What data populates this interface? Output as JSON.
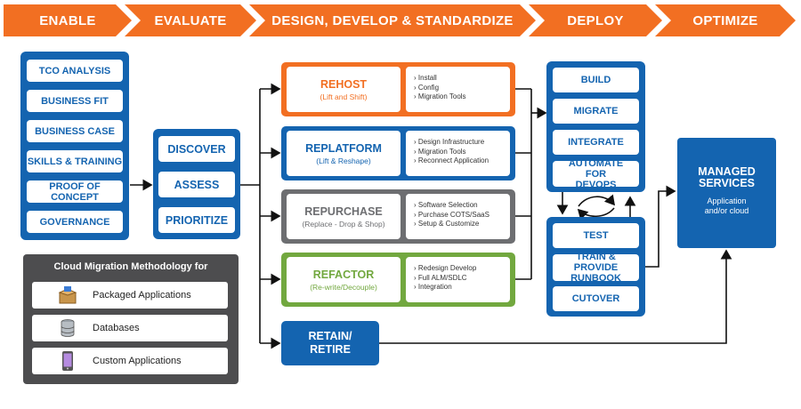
{
  "phases": [
    "ENABLE",
    "EVALUATE",
    "DESIGN, DEVELOP & STANDARDIZE",
    "DEPLOY",
    "OPTIMIZE"
  ],
  "enable_items": [
    "TCO ANALYSIS",
    "BUSINESS FIT",
    "BUSINESS CASE",
    "SKILLS & TRAINING",
    "PROOF OF CONCEPT",
    "GOVERNANCE"
  ],
  "evaluate_items": [
    "DISCOVER",
    "ASSESS",
    "PRIORITIZE"
  ],
  "options": [
    {
      "title": "REHOST",
      "sub": "(Lift and Shift)",
      "items": [
        "Install",
        "Config",
        "Migration Tools"
      ],
      "color": "#f26f22"
    },
    {
      "title": "REPLATFORM",
      "sub": "(Lift & Reshape)",
      "items": [
        "Design Infrastructure",
        "Migration Tools",
        "Reconnect Application"
      ],
      "color": "#1464b0"
    },
    {
      "title": "REPURCHASE",
      "sub": "(Replace - Drop & Shop)",
      "items": [
        "Software Selection",
        "Purchase COTS/SaaS",
        "Setup & Customize"
      ],
      "color": "#6d6e71"
    },
    {
      "title": "REFACTOR",
      "sub": "(Re-write/Decouple)",
      "items": [
        "Redesign Develop",
        "Full ALM/SDLC",
        "Integration"
      ],
      "color": "#72a83f"
    }
  ],
  "retain": {
    "line1": "RETAIN/",
    "line2": "RETIRE"
  },
  "deploy_top": [
    "BUILD",
    "MIGRATE",
    "INTEGRATE",
    "AUTOMATE FOR DEVOPS"
  ],
  "deploy_bottom": [
    "TEST",
    "TRAIN & PROVIDE RUNBOOK",
    "CUTOVER"
  ],
  "managed": {
    "title": "MANAGED SERVICES",
    "sub": "Application and/or cloud"
  },
  "methodology": {
    "title": "Cloud Migration Methodology for",
    "items": [
      {
        "label": "Packaged Applications",
        "icon": "package-icon"
      },
      {
        "label": "Databases",
        "icon": "database-icon"
      },
      {
        "label": "Custom Applications",
        "icon": "mobile-app-icon"
      }
    ]
  },
  "colors": {
    "orange": "#f26f22",
    "blue": "#1464b0",
    "gray": "#6d6e71",
    "green": "#72a83f",
    "dark": "#4d4d4f"
  }
}
